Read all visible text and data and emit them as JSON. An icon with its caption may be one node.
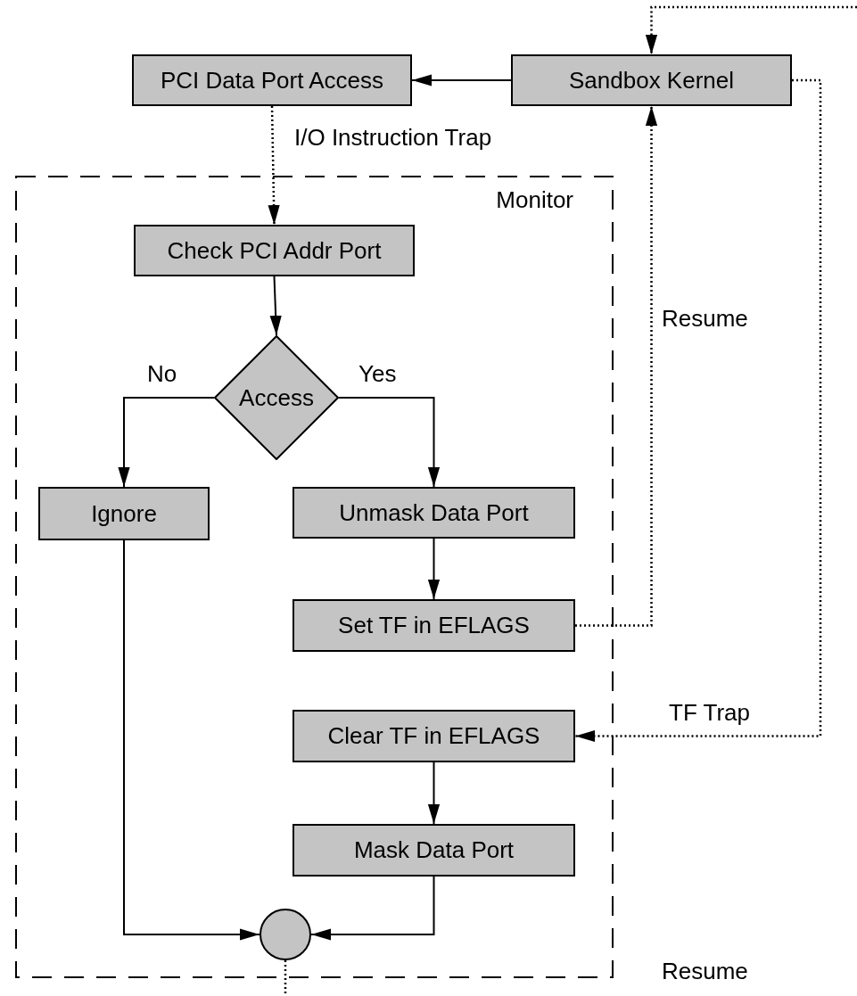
{
  "diagram": {
    "nodes": [
      {
        "text": [
          "Monitor"
        ]
      },
      {
        "text": [
          "PCI Data Port Access"
        ]
      },
      {
        "text": [
          "Sandbox Kernel"
        ]
      },
      {
        "text": [
          "Check PCI Addr Port"
        ],
        "in": 0
      },
      {
        "text": [
          "Access"
        ],
        "in": 0
      },
      {
        "text": [
          "Ignore"
        ],
        "in": 0
      },
      {
        "text": [
          "Unmask Data Port"
        ],
        "in": 0
      },
      {
        "text": [
          "Set TF in EFLAGS"
        ],
        "in": 0
      },
      {
        "text": [
          "Clear TF in EFLAGS"
        ],
        "in": 0
      },
      {
        "text": [
          "Mask Data Port"
        ],
        "in": 0
      },
      {
        "text": [],
        "shape": "circle",
        "in": 0
      }
    ],
    "edges": [
      {
        "from": 2,
        "to": 1,
        "arrow": "to"
      },
      {
        "from": 1,
        "to": 3,
        "arrow": "to",
        "style": "dashed",
        "label": "I/O Instruction Trap"
      },
      {
        "from": 3,
        "to": 4,
        "arrow": "to"
      },
      {
        "from": 4,
        "to": 5,
        "arrow": "to",
        "label": "No"
      },
      {
        "from": 4,
        "to": 6,
        "arrow": "to",
        "label": "Yes"
      },
      {
        "from": 6,
        "to": 7,
        "arrow": "to"
      },
      {
        "from": 7,
        "to": 2,
        "arrow": "to",
        "style": "dashed",
        "label": "Resume"
      },
      {
        "from": 2,
        "to": 8,
        "arrow": "to",
        "style": "dashed",
        "label": "TF Trap"
      },
      {
        "from": 8,
        "to": 9,
        "arrow": "to"
      },
      {
        "from": 5,
        "to": 10,
        "arrow": "to"
      },
      {
        "from": 9,
        "to": 10,
        "arrow": "to"
      },
      {
        "from": null,
        "to": 2,
        "arrow": "to",
        "style": "dashed"
      },
      {
        "from": 10,
        "to": null,
        "arrow": "none",
        "style": "dashed"
      }
    ],
    "labels": [
      "Resume"
    ]
  }
}
